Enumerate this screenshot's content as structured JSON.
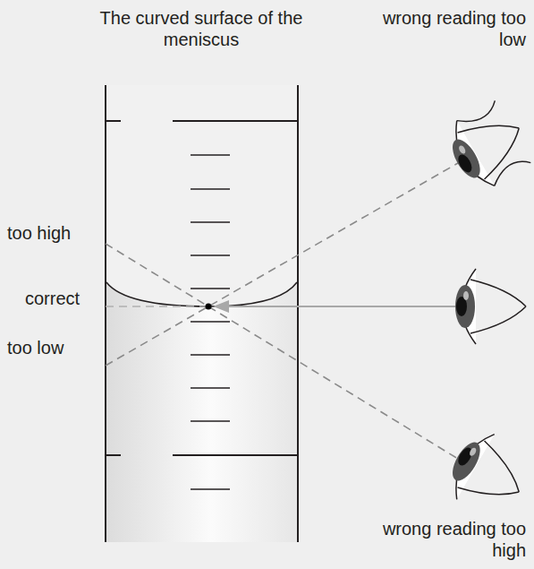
{
  "diagram": {
    "labels": [
      "The curved surface of the meniscus",
      "wrong reading too low",
      "too high",
      "correct",
      "too low",
      "wrong reading too high"
    ]
  }
}
